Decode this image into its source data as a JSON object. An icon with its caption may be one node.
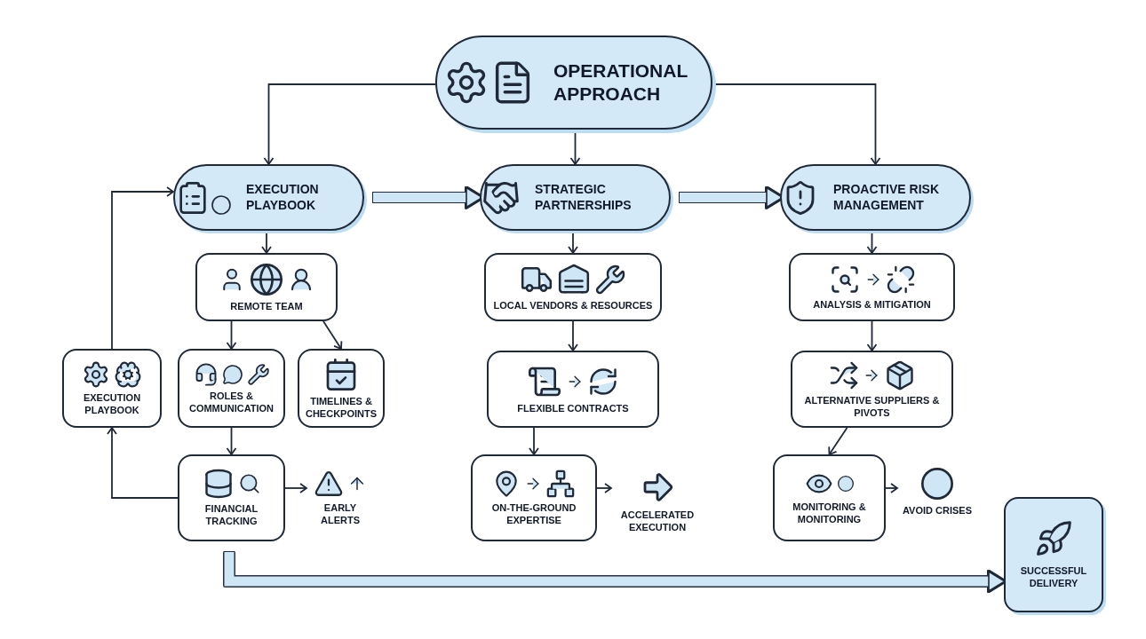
{
  "diagram": {
    "nodes": [
      {
        "text": [
          "OPERATIONAL APPROACH"
        ]
      },
      {
        "text": [
          "EXECUTION PLAYBOOK"
        ]
      },
      {
        "text": [
          "STRATEGIC PARTNERSHIPS"
        ]
      },
      {
        "text": [
          "PROACTIVE RISK MANAGEMENT"
        ]
      },
      {
        "text": [
          "REMOTE TEAM"
        ]
      },
      {
        "text": [
          "EXECUTION PLAYBOOK"
        ]
      },
      {
        "text": [
          "ROLES & COMMUNICATION"
        ]
      },
      {
        "text": [
          "TIMELINES & CHECKPOINTS"
        ]
      },
      {
        "text": [
          "FINANCIAL TRACKING"
        ]
      },
      {
        "text": [
          "EARLY ALERTS"
        ]
      },
      {
        "text": [
          "LOCAL VENDORS & RESOURCES"
        ]
      },
      {
        "text": [
          "FLEXIBLE CONTRACTS"
        ]
      },
      {
        "text": [
          "ON-THE-GROUND EXPERTISE"
        ]
      },
      {
        "text": [
          "ACCELERATED EXECUTION"
        ]
      },
      {
        "text": [
          "ANALYSIS & MITIGATION"
        ]
      },
      {
        "text": [
          "ALTERNATIVE SUPPLIERS & PIVOTS"
        ]
      },
      {
        "text": [
          "MONITORING & MONITORING"
        ]
      },
      {
        "text": [
          "AVOID CRISES"
        ]
      },
      {
        "text": [
          "SUCCESSFUL DELIVERY"
        ]
      }
    ],
    "edges": [
      {
        "from": 0,
        "to": 1,
        "arrow": "to"
      },
      {
        "from": 0,
        "to": 2,
        "arrow": "to"
      },
      {
        "from": 0,
        "to": 3,
        "arrow": "to"
      },
      {
        "from": 1,
        "to": 2,
        "arrow": "to",
        "style": "thick",
        "color": "#cfe6f7"
      },
      {
        "from": 2,
        "to": 3,
        "arrow": "to",
        "style": "thick",
        "color": "#cfe6f7"
      },
      {
        "from": 1,
        "to": 4,
        "arrow": "to"
      },
      {
        "from": 4,
        "to": 6,
        "arrow": "to"
      },
      {
        "from": 4,
        "to": 7,
        "arrow": "to"
      },
      {
        "from": 6,
        "to": 8,
        "arrow": "to"
      },
      {
        "from": 8,
        "to": 9,
        "arrow": "to"
      },
      {
        "from": 8,
        "to": 5,
        "arrow": "to"
      },
      {
        "from": 5,
        "to": 1,
        "arrow": "to"
      },
      {
        "from": 2,
        "to": 10,
        "arrow": "to"
      },
      {
        "from": 10,
        "to": 11,
        "arrow": "to"
      },
      {
        "from": 11,
        "to": 12,
        "arrow": "to"
      },
      {
        "from": 12,
        "to": 13,
        "arrow": "to"
      },
      {
        "from": 3,
        "to": 14,
        "arrow": "to"
      },
      {
        "from": 14,
        "to": 15,
        "arrow": "to"
      },
      {
        "from": 15,
        "to": 16,
        "arrow": "to"
      },
      {
        "from": 16,
        "to": 17,
        "arrow": "to"
      },
      {
        "from": 8,
        "to": 18,
        "arrow": "to",
        "style": "thick",
        "color": "#cfe6f7"
      }
    ]
  }
}
